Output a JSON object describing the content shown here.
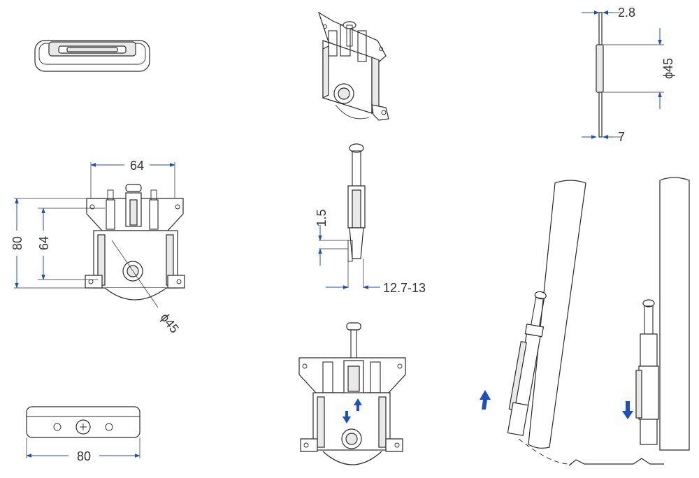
{
  "accent_color": "#1c4fc2",
  "line_color": "#2b2b2b",
  "dimensions": {
    "front_width_top": "64",
    "front_height_total": "80",
    "front_height_inner": "64",
    "front_wheel_dia": "ϕ45",
    "bottom_width": "80",
    "side_thickness_top": "2.8",
    "side_wheel_dia": "ϕ45",
    "side_thickness_bottom": "7",
    "profile_offset": "1.5",
    "profile_width": "12.7-13"
  },
  "icons": {
    "up_arrow": "arrow-up-icon",
    "down_arrow": "arrow-down-icon"
  }
}
